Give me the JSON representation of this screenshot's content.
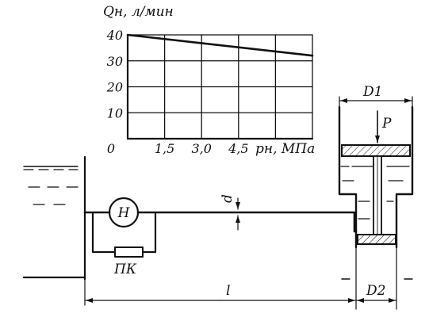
{
  "chart_data": {
    "type": "line",
    "ylabel": "Qн, л/мин",
    "xlabel": "pн, МПа",
    "origin_label": "0",
    "x_ticks": [
      "1,5",
      "3,0",
      "4,5"
    ],
    "y_ticks": [
      "10",
      "20",
      "30",
      "40"
    ],
    "xlim": [
      0,
      7.5
    ],
    "ylim": [
      0,
      40
    ],
    "grid": true,
    "series": [
      {
        "x": [
          0,
          7.5
        ],
        "y": [
          40,
          32
        ]
      }
    ]
  },
  "diagram": {
    "pump_label": "H",
    "valve_label": "ПК",
    "pipe_diameter_label": "d",
    "length_label": "l",
    "cylinder_diameter_label": "D1",
    "rod_diameter_label": "D2",
    "force_label": "P"
  }
}
